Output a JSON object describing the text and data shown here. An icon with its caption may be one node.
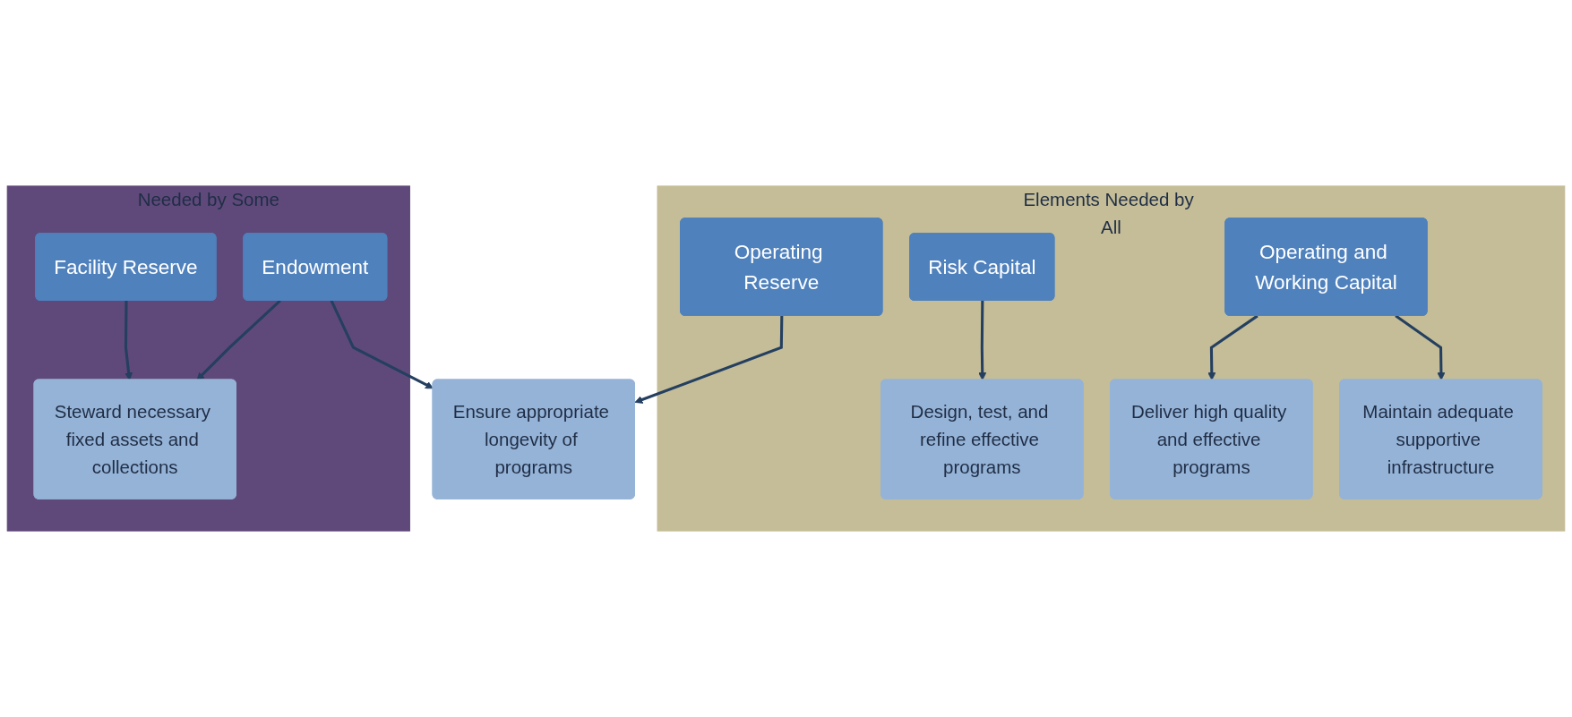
{
  "diagram": {
    "nodes": [
      {
        "text": [
          "Elements Needed by All"
        ]
      },
      {
        "text": [
          "Risk Capital"
        ],
        "in": 0
      },
      {
        "text": [
          "Operating and Working Capital"
        ],
        "in": 0
      },
      {
        "text": [
          "Operating Reserve"
        ],
        "in": 0
      },
      {
        "text": [
          "Needed by Some"
        ]
      },
      {
        "text": [
          "Endowment"
        ],
        "in": 4
      },
      {
        "text": [
          "Facility Reserve"
        ],
        "in": 4
      },
      {
        "text": [
          "Design, test, and refine effective programs"
        ],
        "in": 0
      },
      {
        "text": [
          "Deliver high quality and effective programs"
        ],
        "in": 0
      },
      {
        "text": [
          "Maintain adequate supportive infrastructure"
        ],
        "in": 0
      },
      {
        "text": [
          "Ensure appropriate longevity of programs"
        ]
      },
      {
        "text": [
          "Steward necessary fixed assets and collections"
        ],
        "in": 4
      }
    ],
    "edges": [
      {
        "from": 1,
        "to": 7,
        "arrow": "to"
      },
      {
        "from": 2,
        "to": 8,
        "arrow": "to"
      },
      {
        "from": 2,
        "to": 9,
        "arrow": "to"
      },
      {
        "from": 3,
        "to": 10,
        "arrow": "to"
      },
      {
        "from": 5,
        "to": 10,
        "arrow": "to"
      },
      {
        "from": 5,
        "to": 11,
        "arrow": "to"
      },
      {
        "from": 6,
        "to": 11,
        "arrow": "to"
      }
    ]
  }
}
